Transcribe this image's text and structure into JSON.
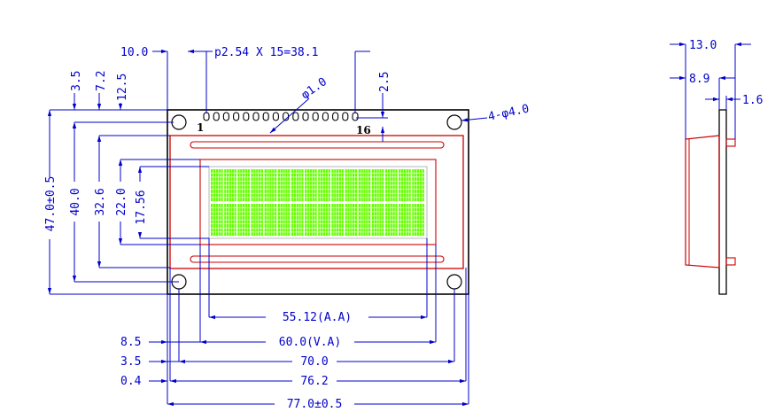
{
  "front_view": {
    "dimensions": {
      "left_margin": "10.0",
      "pin_pitch": "p2.54  X  15=38.1",
      "pin_offset": "2.5",
      "pin_hole": "φ1.0",
      "mount_holes": "4-φ4.0",
      "h_3_5": "3.5",
      "h_7_2": "7.2",
      "h_12_5": "12.5",
      "overall_height": "47.0±0.5",
      "hole_pitch_height": "40.0",
      "bezel_height": "32.6",
      "va_height": "22.0",
      "aa_height": "17.56",
      "aa_width": "55.12(A.A)",
      "va_width": "60.0(V.A)",
      "hole_pitch_width": "70.0",
      "pcb_width": "76.2",
      "overall_width": "77.0±0.5",
      "w_8_5": "8.5",
      "w_3_5": "3.5",
      "w_0_4": "0.4"
    },
    "pin_labels": {
      "first": "1",
      "last": "16"
    },
    "display": {
      "rows": 2,
      "cols": 16,
      "color": "#66ff00"
    }
  },
  "side_view": {
    "dimensions": {
      "depth": "13.0",
      "bezel_depth": "8.9",
      "pcb_thickness": "1.6"
    }
  },
  "colors": {
    "dimension": "#0000cc",
    "outline": "#000000",
    "bezel": "#cc0000",
    "pixel": "#66ff00"
  }
}
